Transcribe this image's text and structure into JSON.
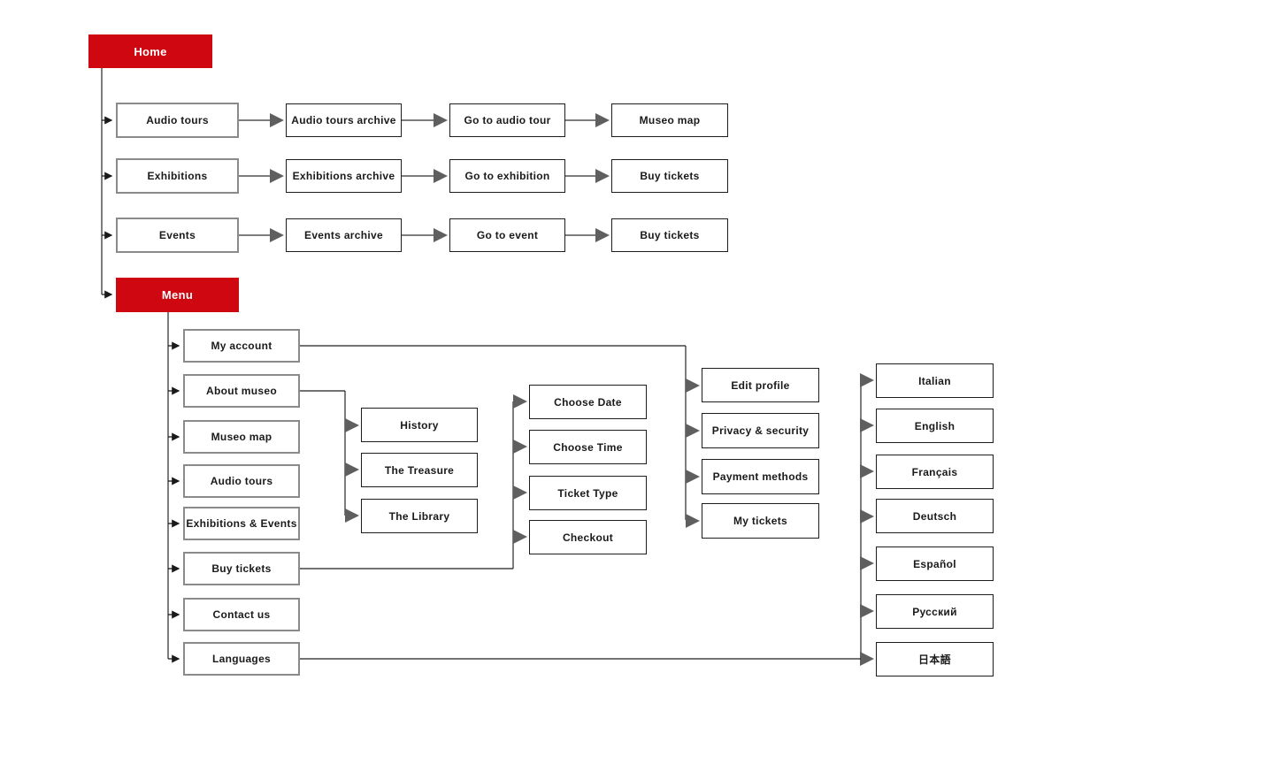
{
  "colors": {
    "accent_red": "#CE0711",
    "connector_gray": "#7d7d7d",
    "connector_dark": "#1f1f1f",
    "node_border_gray": "#8a8a8a",
    "node_border_dark": "#1c1c1c",
    "node_text": "#1a1a1a"
  },
  "home": {
    "label": "Home"
  },
  "menu": {
    "label": "Menu"
  },
  "flows": [
    {
      "steps": [
        "Audio tours",
        "Audio tours archive",
        "Go to audio tour",
        "Museo map"
      ]
    },
    {
      "steps": [
        "Exhibitions",
        "Exhibitions archive",
        "Go to exhibition",
        "Buy tickets"
      ]
    },
    {
      "steps": [
        "Events",
        "Events archive",
        "Go to event",
        "Buy tickets"
      ]
    }
  ],
  "menu_items": [
    "My account",
    "About museo",
    "Museo map",
    "Audio tours",
    "Exhibitions & Events",
    "Buy tickets",
    "Contact us",
    "Languages"
  ],
  "about_museo_children": [
    "History",
    "The Treasure",
    "The Library"
  ],
  "buy_tickets_steps": [
    "Choose Date",
    "Choose Time",
    "Ticket Type",
    "Checkout"
  ],
  "my_account_children": [
    "Edit profile",
    "Privacy & security",
    "Payment methods",
    "My tickets"
  ],
  "language_options": [
    "Italian",
    "English",
    "Français",
    "Deutsch",
    "Español",
    "Русский",
    "日本語"
  ]
}
